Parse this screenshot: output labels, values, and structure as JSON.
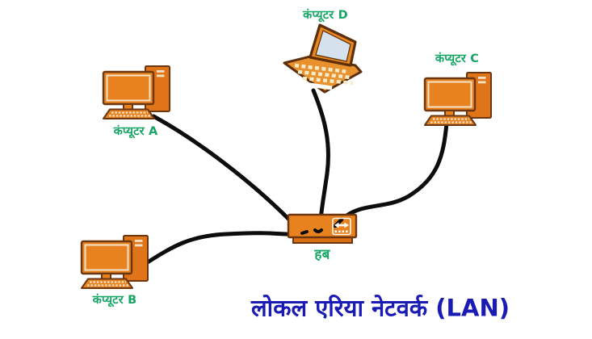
{
  "diagram": {
    "title": "लोकल एरिया नेटवर्क (LAN)",
    "hub": {
      "label": "हब",
      "type": "hub"
    },
    "computers": [
      {
        "id": "A",
        "label": "कंप्यूटर A",
        "type": "desktop"
      },
      {
        "id": "B",
        "label": "कंप्यूटर B",
        "type": "desktop"
      },
      {
        "id": "C",
        "label": "कंप्यूटर C",
        "type": "desktop"
      },
      {
        "id": "D",
        "label": "कंप्यूटर D",
        "type": "laptop"
      }
    ],
    "connections": [
      {
        "from": "कंप्यूटर A",
        "to": "हब"
      },
      {
        "from": "कंप्यूटर B",
        "to": "हब"
      },
      {
        "from": "कंप्यूटर C",
        "to": "हब"
      },
      {
        "from": "कंप्यूटर D",
        "to": "हब"
      }
    ],
    "colors": {
      "device_fill": "#e8821f",
      "tower_fill": "#df7418",
      "device_outline": "#6b3610",
      "screen_inner_border": "#f2e3c8",
      "laptop_screen": "#d5e2ee",
      "label_green": "#17a566",
      "title_blue": "#1a1ab5",
      "cable_black": "#0d0d0d",
      "hub_icon_white": "#ffffff"
    }
  }
}
